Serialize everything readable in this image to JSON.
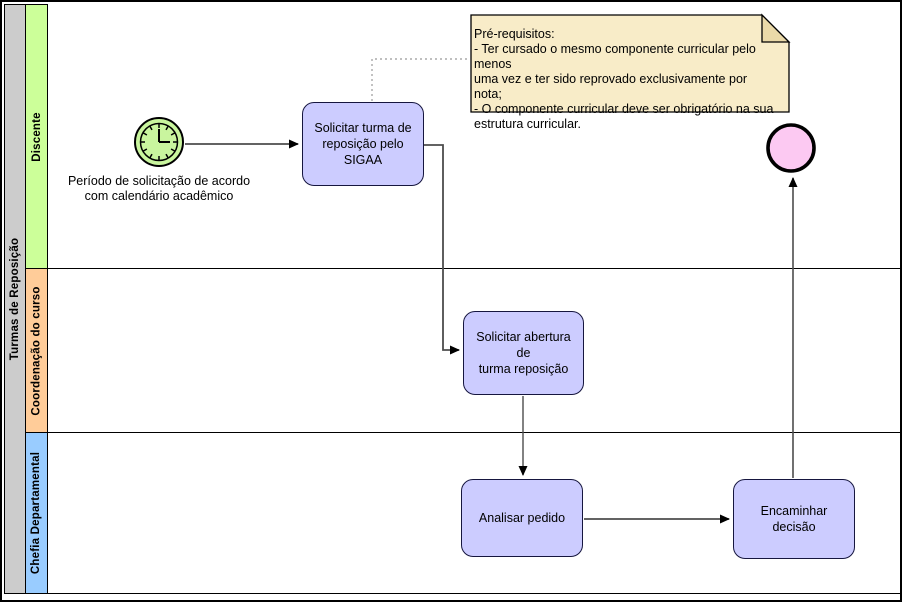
{
  "pool": {
    "title": "Turmas de Reposição"
  },
  "lanes": [
    {
      "label": "Discente",
      "color": "#ccff99"
    },
    {
      "label": "Coordenação do curso",
      "color": "#ffcc99"
    },
    {
      "label": "Chefia Departamental",
      "color": "#99ccff"
    }
  ],
  "start_event": {
    "type": "timer",
    "label": "Período de solicitação de acordo\ncom calendário acadêmico",
    "color": "#c9f59e"
  },
  "end_event": {
    "color": "#fcc9f2"
  },
  "tasks": [
    {
      "label": "Solicitar turma de\nreposição pelo\nSIGAA",
      "lane": "Discente"
    },
    {
      "label": "Solicitar abertura de\nturma reposição",
      "lane": "Coordenação do curso"
    },
    {
      "label": "Analisar pedido",
      "lane": "Chefia Departamental"
    },
    {
      "label": "Encaminhar decisão",
      "lane": "Chefia Departamental"
    }
  ],
  "annotation": {
    "text": "Pré-requisitos:\n-  Ter cursado o mesmo componente curricular pelo menos\numa vez e ter sido reprovado exclusivamente por nota;\n- O componente curricular deve ser obrigatório na sua\nestrutura curricular.",
    "color": "#f8ecc8"
  },
  "colors": {
    "pool_header": "#cccccc",
    "task_fill": "#ccccff",
    "task_border": "#16163f",
    "note_fill": "#f8ecc8",
    "note_fold": "#ead9a8",
    "timer_fill": "#c9f59e",
    "end_fill": "#fcc9f2",
    "flow_stroke": "#4d4d4d"
  }
}
